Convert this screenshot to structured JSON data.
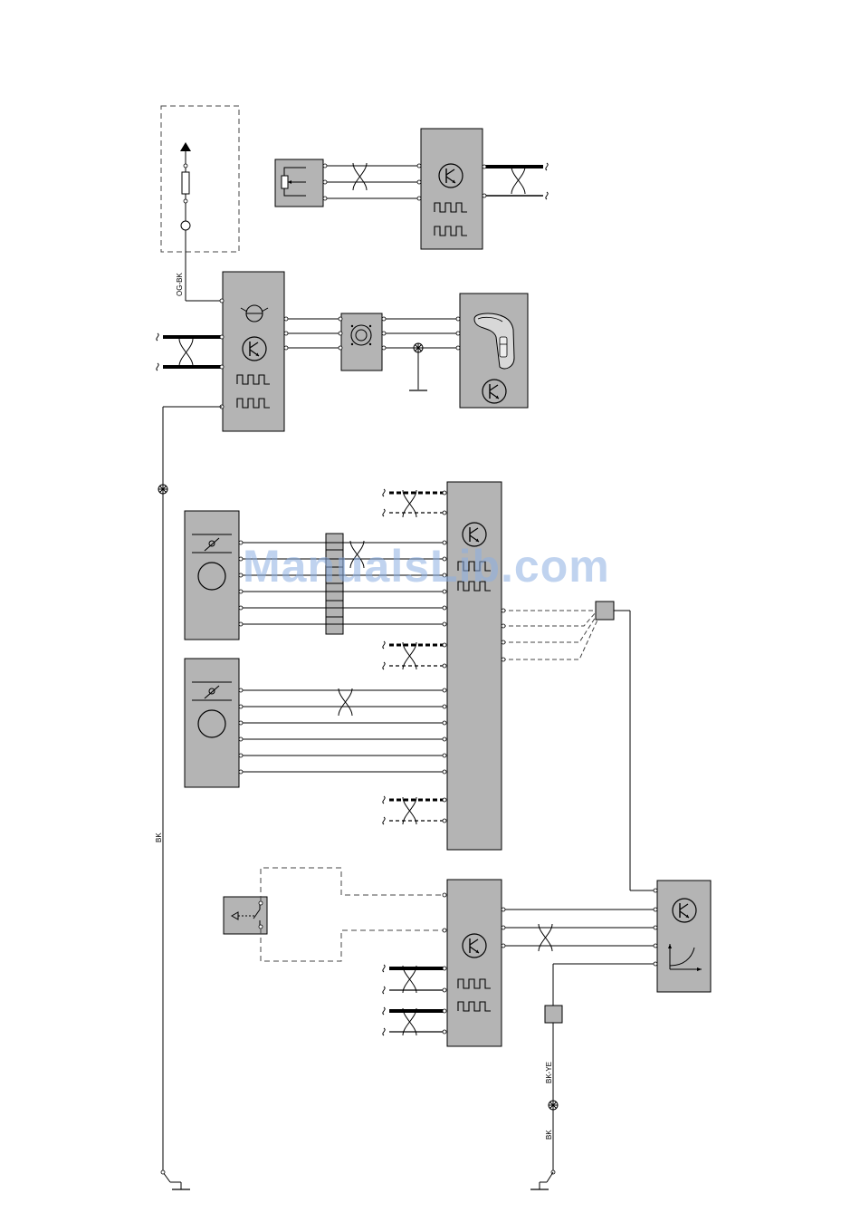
{
  "wire_labels": {
    "og_bk": "OG-BK",
    "bk_left": "BK",
    "bk_ye": "BK-YE",
    "bk_bottom": "BK"
  },
  "watermark": "ManualsLib.com",
  "colors": {
    "module_fill": "#b4b4b4",
    "line": "#000000",
    "dashed_line": "#555555"
  },
  "icons": [
    "transistor-icon",
    "pulse-signal-icon",
    "switch-icon",
    "circle-sensor-icon",
    "potentiometer-icon",
    "ground-icon",
    "splice-icon",
    "twisted-pair-icon",
    "fuse-icon",
    "arrow-up-icon",
    "curve-graph-icon",
    "handle-icon",
    "speaker-icon",
    "valve-icon"
  ]
}
